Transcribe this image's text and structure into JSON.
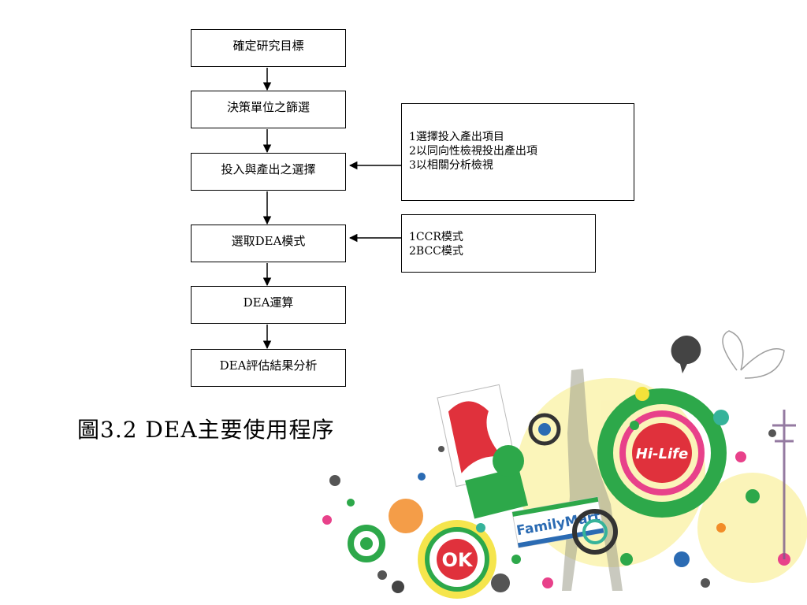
{
  "flow": {
    "steps": [
      "確定研究目標",
      "決策單位之篩選",
      "投入與產出之選擇",
      "選取DEA模式",
      "DEA運算",
      "DEA評估結果分析"
    ]
  },
  "notes": {
    "selection": [
      "1選擇投入產出項目",
      "2以同向性檢視投出產出項",
      "3以相關分析檢視"
    ],
    "model": [
      "1CCR模式",
      "2BCC模式"
    ]
  },
  "caption": "圖3.2 DEA主要使用程序",
  "decoration": {
    "logos": [
      "FamilyMart",
      "OK",
      "Hi-Life"
    ],
    "colors": {
      "green": "#2da84a",
      "red": "#e0313c",
      "pink": "#e8418a",
      "orange": "#f28c28",
      "yellow": "#f4e23a",
      "blue": "#2b6bb3",
      "teal": "#36b39a",
      "gray": "#666666"
    }
  }
}
